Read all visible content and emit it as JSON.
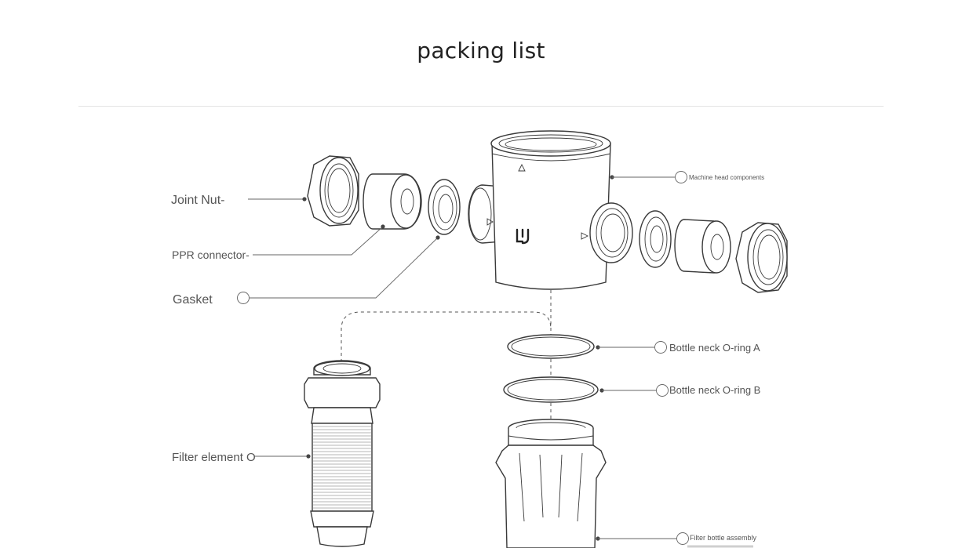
{
  "title": "packing list",
  "labels": {
    "joint_nut": "Joint Nut-",
    "ppr_connector": "PPR connector-",
    "gasket": "Gasket",
    "filter_element": "Filter element O",
    "machine_head": "Machine head components",
    "oring_a": "Bottle neck O-ring A",
    "oring_b": "Bottle neck O-ring B",
    "filter_bottle": "Filter bottle assembly"
  },
  "colors": {
    "line": "#3a3a3a",
    "label": "#555555",
    "divider": "#e3e3e3"
  }
}
